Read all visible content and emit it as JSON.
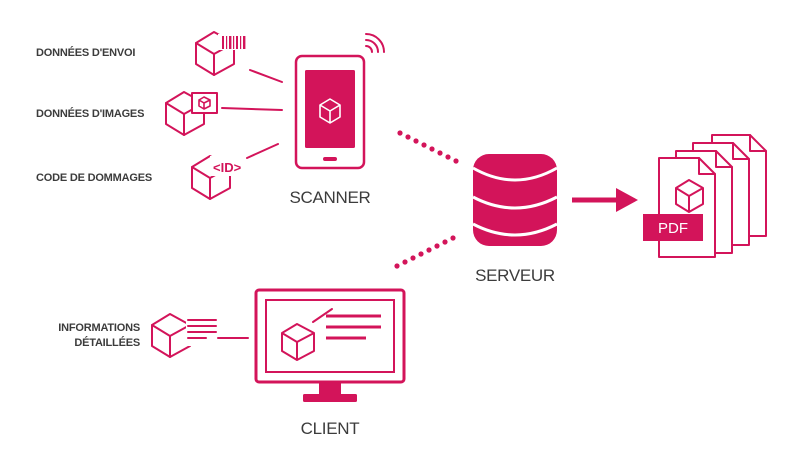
{
  "colors": {
    "accent": "#d3145a",
    "text": "#3c3c3c",
    "background": "#ffffff"
  },
  "labels": {
    "donnees_envoi": "DONNÉES D'ENVOI",
    "donnees_images": "DONNÉES D'IMAGES",
    "code_dommages": "CODE DE DOMMAGES",
    "informations_line1": "INFORMATIONS",
    "informations_line2": "DÉTAILLÉES",
    "scanner": "SCANNER",
    "serveur": "SERVEUR",
    "client": "CLIENT",
    "pdf": "PDF",
    "id_tag": "<ID>"
  },
  "icons": [
    "barcode-box-icon",
    "image-box-icon",
    "id-code-box-icon",
    "detailed-info-box-icon",
    "mobile-scanner-icon",
    "wireless-signal-icon",
    "server-database-icon",
    "pdf-documents-icon",
    "client-monitor-icon",
    "arrow-right-icon"
  ]
}
